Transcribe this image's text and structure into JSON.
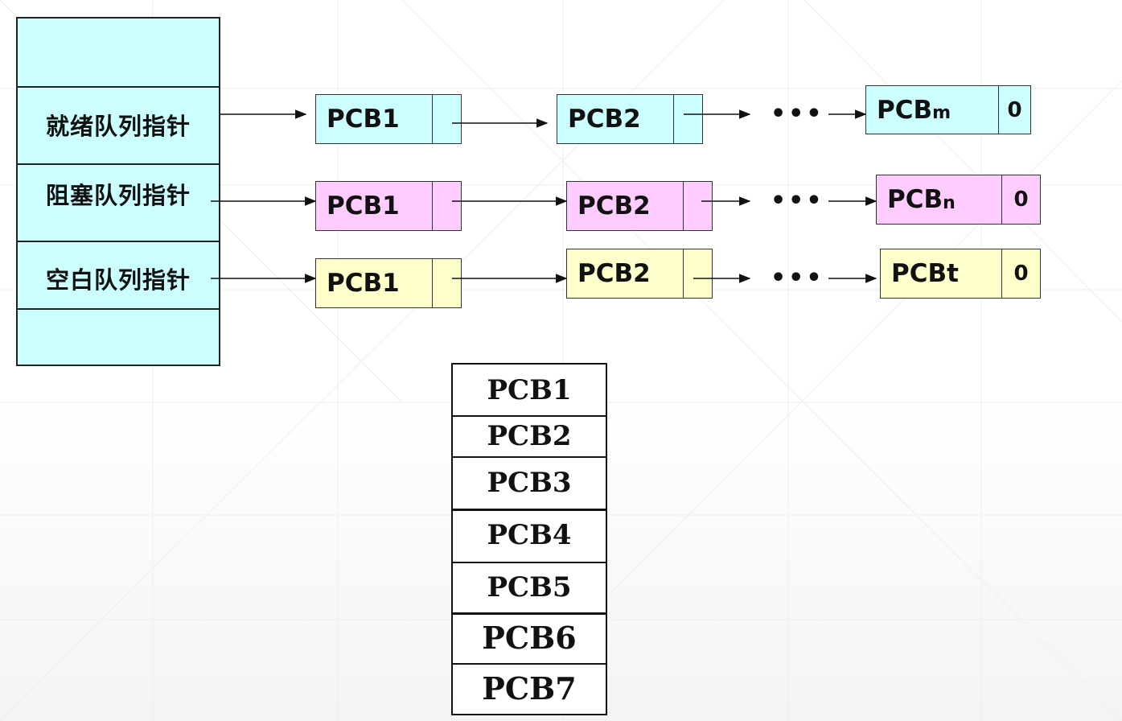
{
  "pointer_table": {
    "rows": [
      "",
      "就绪队列指针",
      "阻塞队列指针",
      "空白队列指针",
      ""
    ]
  },
  "queues": {
    "ready": [
      {
        "name": "PCB1",
        "ptr": ""
      },
      {
        "name": "PCB2",
        "ptr": ""
      },
      {
        "name": "PCB",
        "sub": "m",
        "ptr": "0"
      }
    ],
    "blocked": [
      {
        "name": "PCB1",
        "ptr": ""
      },
      {
        "name": "PCB2",
        "ptr": ""
      },
      {
        "name": "PCB",
        "sub": "n",
        "ptr": "0"
      }
    ],
    "free": [
      {
        "name": "PCB1",
        "ptr": ""
      },
      {
        "name": "PCB2",
        "ptr": ""
      },
      {
        "name": "PCBt",
        "ptr": "0"
      }
    ],
    "ellipsis": "•••"
  },
  "pcb_table": {
    "rows": [
      "PCB1",
      "PCB2",
      "PCB3",
      "PCB4",
      "PCB5",
      "PCB6",
      "PCB7"
    ]
  },
  "colors": {
    "ready": "#ccffff",
    "blocked": "#ffccff",
    "free": "#ffffcc"
  }
}
